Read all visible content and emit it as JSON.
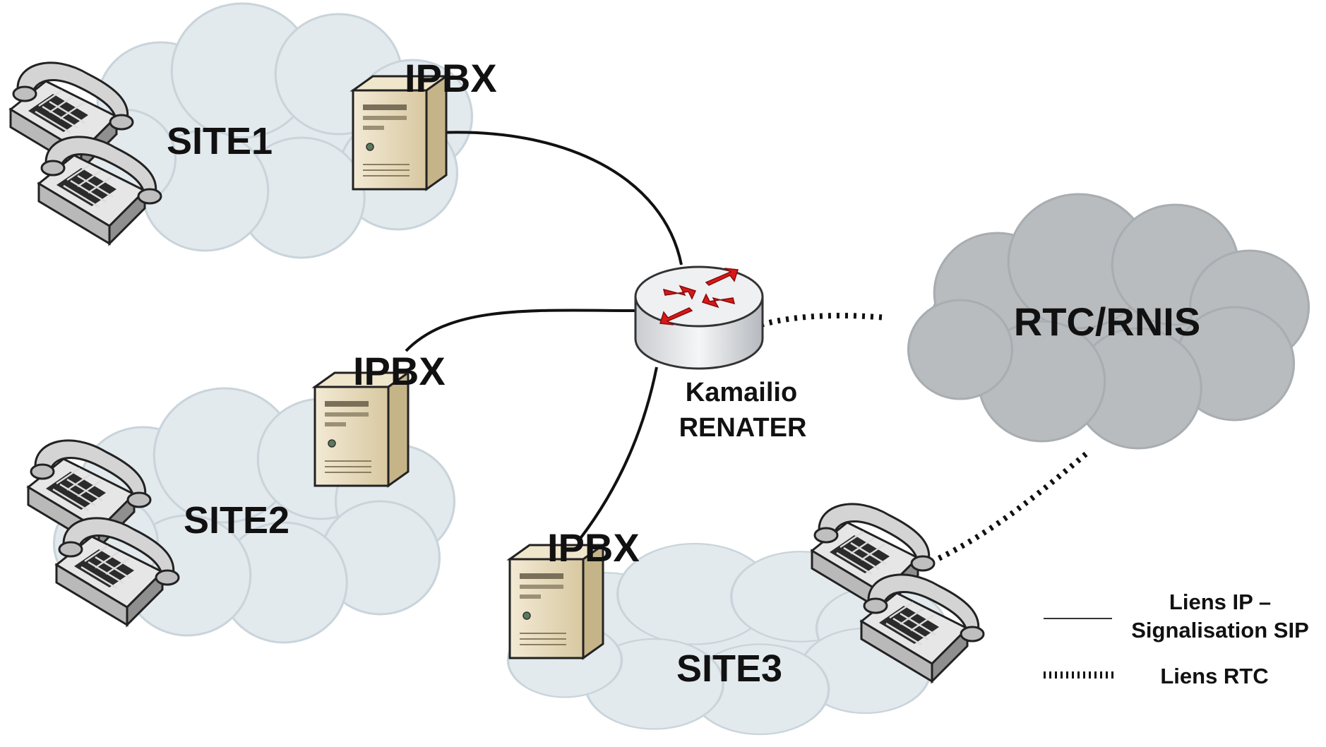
{
  "sites": [
    {
      "id": "site1",
      "label": "SITE1",
      "ipbx_label": "IPBX"
    },
    {
      "id": "site2",
      "label": "SITE2",
      "ipbx_label": "IPBX"
    },
    {
      "id": "site3",
      "label": "SITE3",
      "ipbx_label": "IPBX"
    }
  ],
  "router": {
    "line1": "Kamailio",
    "line2": "RENATER",
    "icon": "router-icon"
  },
  "pstn_cloud": {
    "label": "RTC/RNIS"
  },
  "legend": {
    "ip_line1": "Liens IP –",
    "ip_line2": "Signalisation SIP",
    "rtc": "Liens RTC"
  },
  "colors": {
    "site_cloud": "#e3eaee",
    "site_cloud_border": "#c9d4db",
    "pstn_cloud": "#b8bcbf",
    "router_arrows": "#d91818",
    "server_body": "#e5d8b8",
    "phone_body": "#dcdcdc",
    "link": "#111111"
  },
  "icons": {
    "server": "server-icon",
    "phone": "telephone-icon",
    "cloud": "cloud-icon"
  }
}
